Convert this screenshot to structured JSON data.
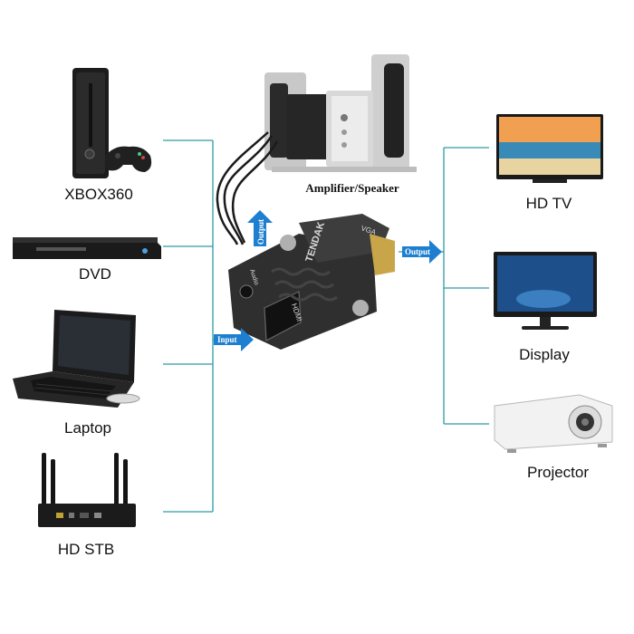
{
  "sources": [
    {
      "label": "XBOX360",
      "icon": "xbox360-console-icon"
    },
    {
      "label": "DVD",
      "icon": "dvd-player-icon"
    },
    {
      "label": "Laptop",
      "icon": "laptop-icon"
    },
    {
      "label": "HD STB",
      "icon": "set-top-box-router-icon"
    }
  ],
  "outputs": [
    {
      "label": "HD TV",
      "icon": "hdtv-icon"
    },
    {
      "label": "Display",
      "icon": "monitor-icon"
    },
    {
      "label": "Projector",
      "icon": "projector-icon"
    }
  ],
  "audio_output": {
    "label": "Amplifier/Speaker",
    "icon": "speaker-system-icon"
  },
  "arrows": {
    "input": "Input",
    "output_right": "Output",
    "output_up": "Output"
  },
  "adapter": {
    "brand": "TENDAK",
    "port_vga": "VGA",
    "port_hdmi": "HDMI",
    "port_audio": "Audio"
  },
  "colors": {
    "connector_line": "#2e9aa8",
    "arrow": "#1e7fd0",
    "adapter_body": "#3a3a3a"
  }
}
